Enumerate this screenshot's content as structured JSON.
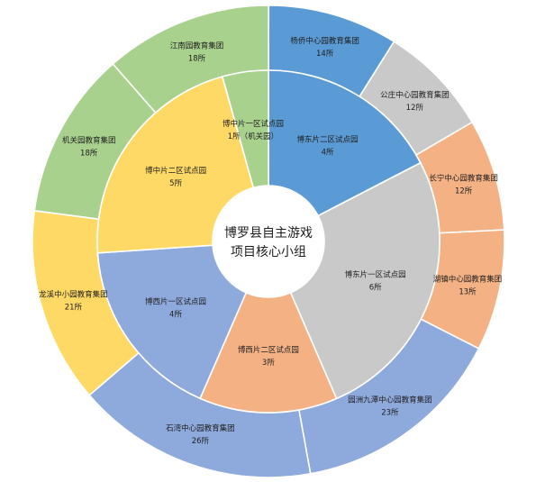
{
  "center": {
    "line1": "博罗县自主游戏",
    "line2": "项目核心小组"
  },
  "colors": {
    "blue": "#5B9BD5",
    "grey": "#C9C9C9",
    "orange": "#F4B183",
    "periwinkle": "#8EA9DB",
    "yellow": "#FFD966",
    "green": "#A9D18E"
  },
  "inner": [
    {
      "name": "博东片二区试点园",
      "count": "4所",
      "value": 4,
      "color": "#5B9BD5"
    },
    {
      "name": "博东片一区试点园",
      "count": "6所",
      "value": 6,
      "color": "#C9C9C9"
    },
    {
      "name": "博西片二区试点园",
      "count": "3所",
      "value": 3,
      "color": "#F4B183"
    },
    {
      "name": "博西片一区试点园",
      "count": "4所",
      "value": 4,
      "color": "#8EA9DB"
    },
    {
      "name": "博中片二区试点园",
      "count": "5所",
      "value": 5,
      "color": "#FFD966"
    },
    {
      "name": "博中片一区试点园",
      "count": "1所（机关园）",
      "value": 1,
      "color": "#A9D18E"
    }
  ],
  "outer": [
    {
      "name": "杨侨中心园教育集团",
      "count": "14所",
      "value": 14,
      "color": "#5B9BD5"
    },
    {
      "name": "公庄中心园教育集团",
      "count": "12所",
      "value": 12,
      "color": "#C9C9C9"
    },
    {
      "name": "长宁中心园教育集团",
      "count": "12所",
      "value": 12,
      "color": "#F4B183"
    },
    {
      "name": "湖镇中心园教育集团",
      "count": "13所",
      "value": 13,
      "color": "#F4B183"
    },
    {
      "name": "园洲九潭中心园教育集团",
      "count": "23所",
      "value": 23,
      "color": "#8EA9DB"
    },
    {
      "name": "石湾中心园教育集团",
      "count": "26所",
      "value": 26,
      "color": "#8EA9DB"
    },
    {
      "name": "龙溪中小园教育集团",
      "count": "21所",
      "value": 21,
      "color": "#FFD966"
    },
    {
      "name": "机关园教育集团",
      "count": "18所",
      "value": 18,
      "color": "#A9D18E"
    },
    {
      "name": "江南园教育集团",
      "count": "18所",
      "value": 18,
      "color": "#A9D18E"
    }
  ]
}
